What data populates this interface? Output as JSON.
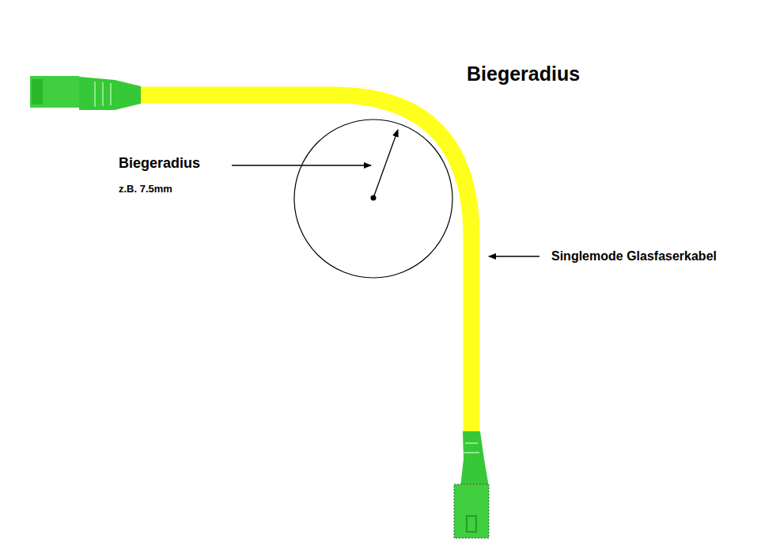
{
  "diagram": {
    "title": "Biegeradius",
    "labels": [
      "Biegeradius",
      "z.B. 7.5mm",
      "Singlemode Glasfaserkabel"
    ]
  }
}
